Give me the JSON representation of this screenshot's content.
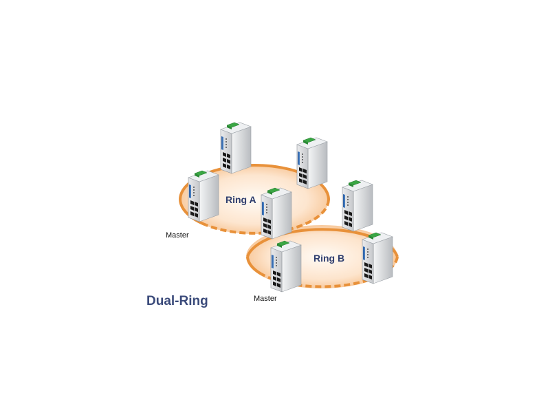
{
  "diagram": {
    "title": "Dual-Ring",
    "rings": [
      {
        "label": "Ring A"
      },
      {
        "label": "Ring B"
      }
    ],
    "masters": [
      {
        "label": "Master"
      },
      {
        "label": "Master"
      }
    ]
  },
  "colors": {
    "ring_orange": "#e8913a",
    "ring_fill": "#fbe0c8",
    "label_blue": "#2f3e6e",
    "switch_front": "#d9dadc",
    "switch_port": "#1a1a1a",
    "switch_terminal": "#3aa644"
  }
}
